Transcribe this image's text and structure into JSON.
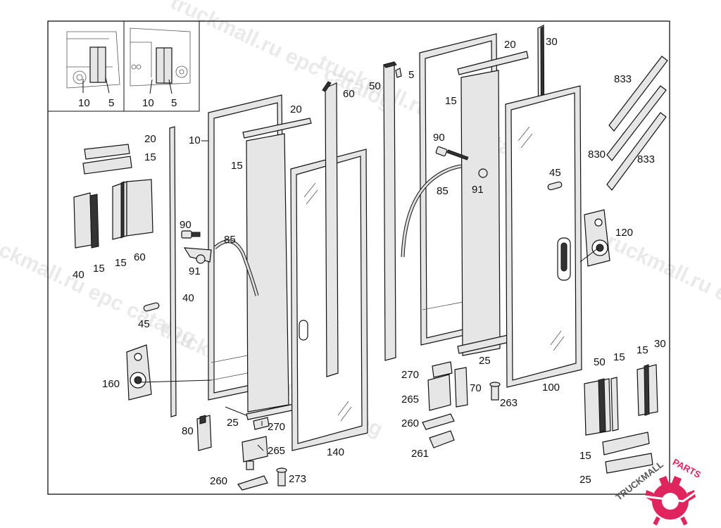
{
  "watermark": {
    "lines": [
      "truckmall.ru epc catalog",
      "truckmall.ru epc catalog",
      "truckmall.ru epc catalog",
      "truckmall.ru epc catalog",
      "truckmall.ru epc catalog"
    ]
  },
  "logo": {
    "text": "TRUCKMALLPARTS",
    "part1": "TRUCKMALL",
    "part2": "PARTS",
    "color_dark": "#555555",
    "color_accent": "#e0245e"
  },
  "inset": {
    "left": {
      "labels": [
        "10",
        "5"
      ]
    },
    "right": {
      "labels": [
        "10",
        "5"
      ]
    }
  },
  "callouts": [
    "20",
    "15",
    "10",
    "20",
    "15",
    "60",
    "50",
    "5",
    "20",
    "30",
    "15",
    "833",
    "830",
    "833",
    "90",
    "85",
    "91",
    "45",
    "120",
    "40",
    "15",
    "15",
    "60",
    "90",
    "85",
    "91",
    "40",
    "45",
    "160",
    "80",
    "25",
    "270",
    "265",
    "260",
    "273",
    "140",
    "270",
    "265",
    "260",
    "261",
    "70",
    "263",
    "25",
    "100",
    "50",
    "15",
    "15",
    "30",
    "15",
    "25"
  ]
}
